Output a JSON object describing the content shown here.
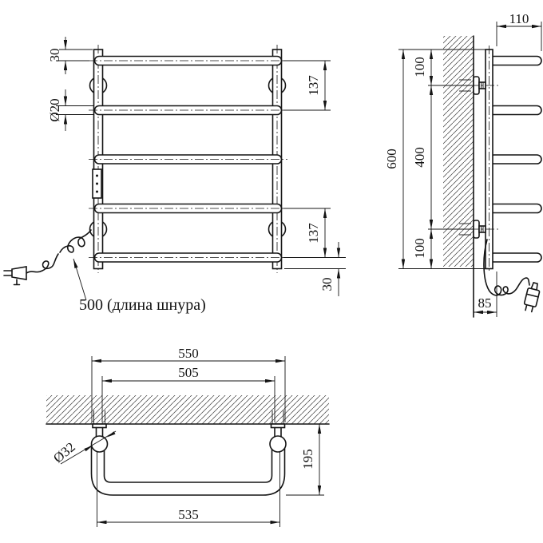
{
  "drawing": {
    "description": "Technical dimension drawing of a wall-mounted electric towel rail, three views",
    "background": "#ffffff",
    "line_color": "#141414",
    "views": {
      "front": {
        "dims": {
          "top_offset": "30",
          "rung_diameter": "Ø20",
          "rung_gap_top": "137",
          "rung_gap_bottom": "137",
          "bottom_offset": "30",
          "cord_length_label": "500 (длина шнура)"
        }
      },
      "side": {
        "dims": {
          "depth": "110",
          "total_height": "600",
          "top_bracket_offset": "100",
          "bracket_spacing": "400",
          "bottom_bracket_offset": "100",
          "cord_wall_offset": "85"
        }
      },
      "top": {
        "dims": {
          "outer_width": "550",
          "inner_width": "505",
          "tube_diameter": "Ø32",
          "depth": "195",
          "mount_width": "535"
        }
      }
    }
  }
}
